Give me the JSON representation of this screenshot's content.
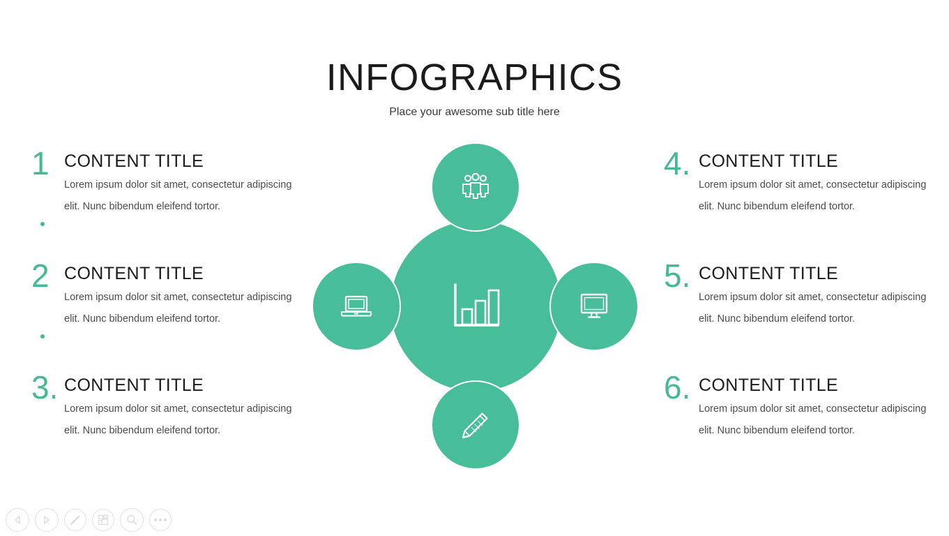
{
  "header": {
    "title": "INFOGRAPHICS",
    "subtitle": "Place your awesome sub title here"
  },
  "theme": {
    "accent": "#48bd99",
    "number_color": "#45b894",
    "title_color": "#1b1b1b",
    "body_color": "#4b4b4b",
    "background": "#ffffff",
    "toolbar_icon_color": "#e2e2e2"
  },
  "items": [
    {
      "number": "1",
      "has_period": false,
      "title": "CONTENT TITLE",
      "description": "Lorem ipsum dolor sit amet, consectetur adipiscing elit. Nunc bibendum eleifend tortor.",
      "side": "left"
    },
    {
      "number": "2",
      "has_period": false,
      "title": "CONTENT TITLE",
      "description": "Lorem ipsum dolor sit amet, consectetur adipiscing elit. Nunc bibendum eleifend tortor.",
      "side": "left"
    },
    {
      "number": "3.",
      "has_period": true,
      "title": "CONTENT TITLE",
      "description": "Lorem ipsum dolor sit amet, consectetur adipiscing elit. Nunc bibendum eleifend tortor.",
      "side": "left"
    },
    {
      "number": "4.",
      "has_period": true,
      "title": "CONTENT TITLE",
      "description": "Lorem ipsum dolor sit amet, consectetur adipiscing elit. Nunc bibendum eleifend tortor.",
      "side": "right"
    },
    {
      "number": "5.",
      "has_period": true,
      "title": "CONTENT TITLE",
      "description": "Lorem ipsum dolor sit amet, consectetur adipiscing elit. Nunc bibendum eleifend tortor.",
      "side": "right"
    },
    {
      "number": "6.",
      "has_period": true,
      "title": "CONTENT TITLE",
      "description": "Lorem ipsum dolor sit amet, consectetur adipiscing elit. Nunc bibendum eleifend tortor.",
      "side": "right"
    }
  ],
  "diagram": {
    "center": {
      "icon": "bar-chart-icon",
      "label": "bar chart"
    },
    "top": {
      "icon": "users-group-icon",
      "label": "team"
    },
    "left": {
      "icon": "laptop-icon",
      "label": "laptop"
    },
    "right": {
      "icon": "desktop-monitor-icon",
      "label": "monitor"
    },
    "bottom": {
      "icon": "pencil-icon",
      "label": "pencil"
    }
  },
  "toolbar": {
    "buttons": [
      {
        "name": "previous-slide-button",
        "icon": "triangle-left-icon"
      },
      {
        "name": "next-slide-button",
        "icon": "triangle-right-icon"
      },
      {
        "name": "pen-tool-button",
        "icon": "pen-icon"
      },
      {
        "name": "slide-layout-button",
        "icon": "grid-layout-icon"
      },
      {
        "name": "zoom-button",
        "icon": "magnifier-icon"
      },
      {
        "name": "more-options-button",
        "icon": "ellipsis-icon"
      }
    ]
  }
}
